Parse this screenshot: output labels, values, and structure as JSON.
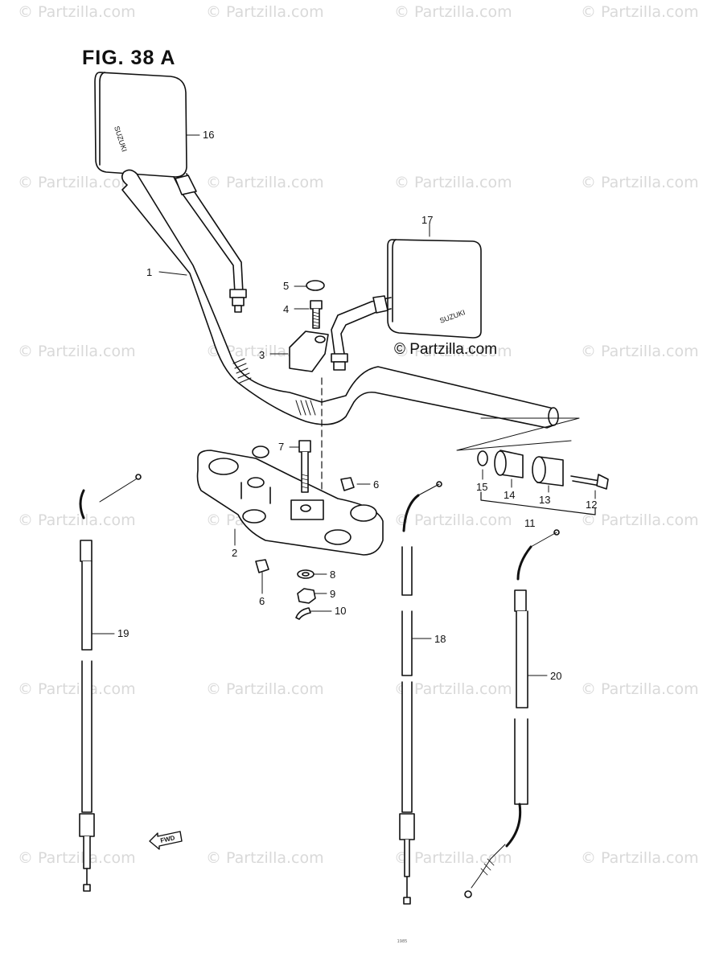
{
  "figure": {
    "title": "FIG. 38 A",
    "copyright": "© Partzilla.com",
    "footer_line1": "1985",
    "footer_line2": ""
  },
  "watermark": "© Partzilla.com",
  "mirror_brand": "SUZUKI",
  "arrow_label": "FWD",
  "callouts": [
    {
      "id": "c1",
      "label": "1"
    },
    {
      "id": "c2",
      "label": "2"
    },
    {
      "id": "c3",
      "label": "3"
    },
    {
      "id": "c4",
      "label": "4"
    },
    {
      "id": "c5",
      "label": "5"
    },
    {
      "id": "c6a",
      "label": "6"
    },
    {
      "id": "c6b",
      "label": "6"
    },
    {
      "id": "c7",
      "label": "7"
    },
    {
      "id": "c8",
      "label": "8"
    },
    {
      "id": "c9",
      "label": "9"
    },
    {
      "id": "c10",
      "label": "10"
    },
    {
      "id": "c11",
      "label": "11"
    },
    {
      "id": "c12",
      "label": "12"
    },
    {
      "id": "c13",
      "label": "13"
    },
    {
      "id": "c14",
      "label": "14"
    },
    {
      "id": "c15",
      "label": "15"
    },
    {
      "id": "c16",
      "label": "16"
    },
    {
      "id": "c17",
      "label": "17"
    },
    {
      "id": "c18",
      "label": "18"
    },
    {
      "id": "c19",
      "label": "19"
    },
    {
      "id": "c20",
      "label": "20"
    }
  ]
}
